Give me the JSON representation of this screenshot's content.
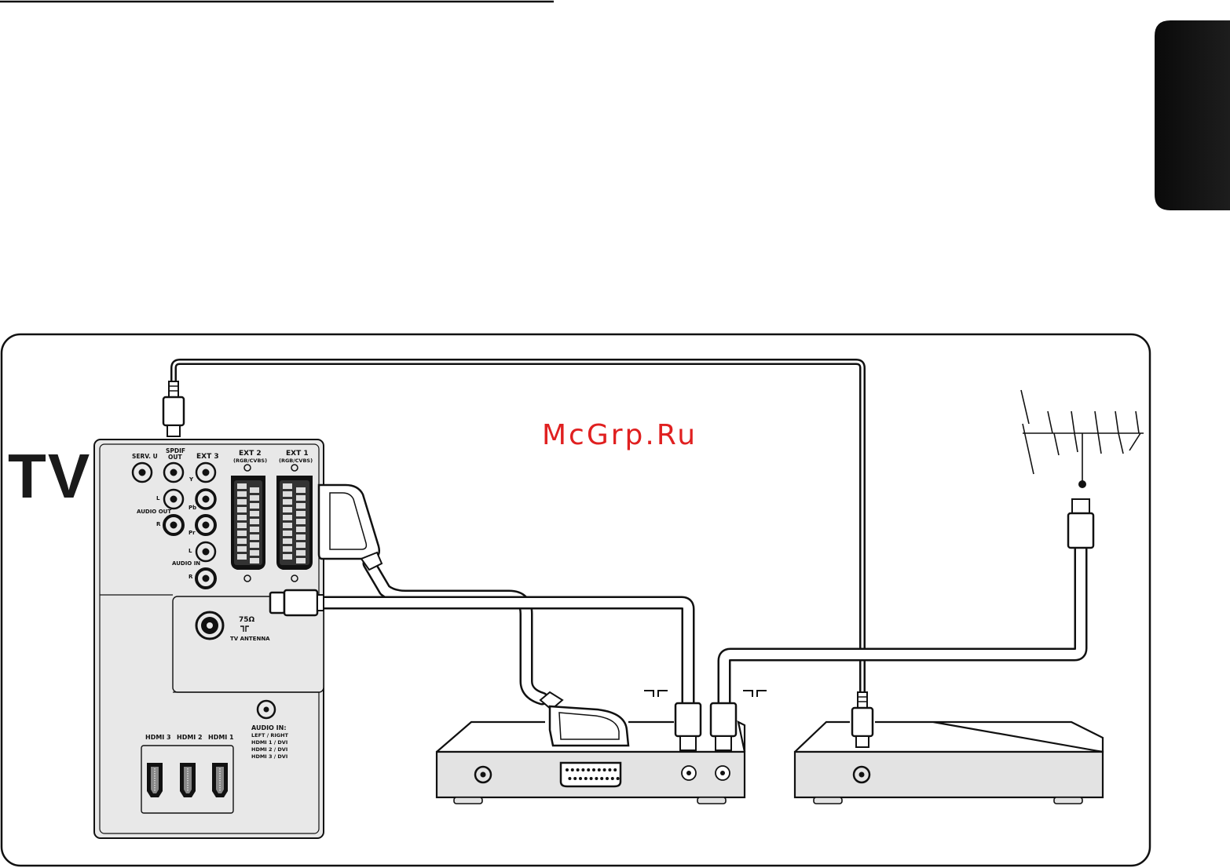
{
  "tv_label": "TV",
  "watermark": "McGrp.Ru",
  "watermark_color": "#e02020",
  "panel": {
    "serv_u": "SERV. U",
    "spdif_out_line1": "SPDIF",
    "spdif_out_line2": "OUT",
    "ext3": "EXT 3",
    "ext2": "EXT 2",
    "ext2_sub": "(RGB/CVBS)",
    "ext1": "EXT 1",
    "ext1_sub": "(RGB/CVBS)",
    "y": "Y",
    "pb": "Pb",
    "pr": "Pr",
    "audio_out": "AUDIO OUT",
    "audio_in": "AUDIO IN",
    "l_left": "L",
    "r_left": "R",
    "l_mid": "L",
    "r_mid": "R",
    "ohm": "75Ω",
    "tv_antenna": "TV ANTENNA",
    "audio_in_hdmi_title": "AUDIO IN:",
    "audio_in_hdmi_lines": [
      "LEFT / RIGHT",
      "HDMI 1 / DVI",
      "HDMI 2 / DVI",
      "HDMI 3 / DVI"
    ],
    "hdmi3": "HDMI 3",
    "hdmi2": "HDMI 2",
    "hdmi1": "HDMI 1"
  },
  "icons": [
    "antenna-symbol-icon",
    "aerial-icon",
    "scart-plug-icon",
    "rf-plug-icon",
    "rca-plug-icon",
    "hdmi-port-icon"
  ]
}
